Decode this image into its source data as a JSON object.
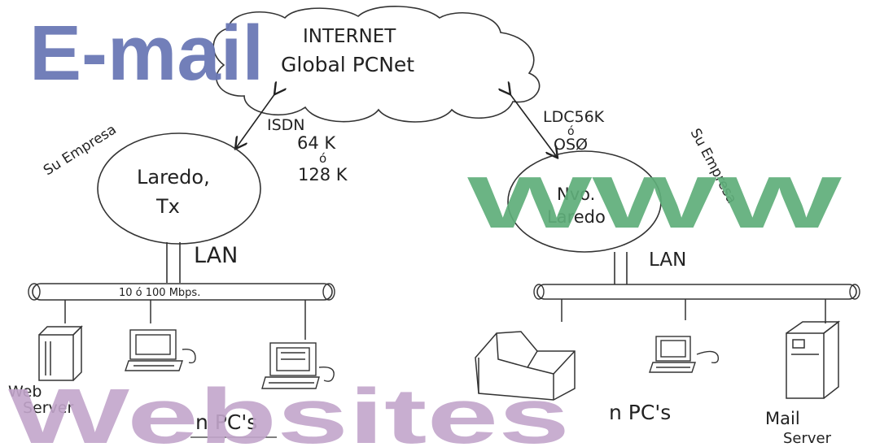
{
  "internet": {
    "line1": "INTERNET",
    "line2": "Global PCNet"
  },
  "left_site": {
    "city_line1": "Laredo,",
    "city_line2": "Tx",
    "company": "Su Empresa",
    "link_label": "ISDN",
    "link_speed1": "64 K",
    "link_or": "ó",
    "link_speed2": "128 K",
    "lan_label": "LAN",
    "bus_label": "10 ó 100 Mbps.",
    "server_label_line1": "Web",
    "server_label_line2": "Server",
    "pcs_label": "n PC's"
  },
  "right_site": {
    "city_line1": "Nvo.",
    "city_line2": "Laredo",
    "company": "Su Empresa",
    "link_label": "LDC56K",
    "link_or": "ó",
    "link_speed": "OSØ",
    "lan_label": "LAN",
    "pcs_label": "n PC's",
    "server_label_line1": "Mail",
    "server_label_line2": "Server"
  },
  "overlays": {
    "email": "E-mail",
    "www": "WWW",
    "websites": "Websites"
  },
  "colors": {
    "email": "#6b79b6",
    "www": "#5fae7a",
    "websites": "#c3a6cc",
    "ink": "#222222"
  }
}
